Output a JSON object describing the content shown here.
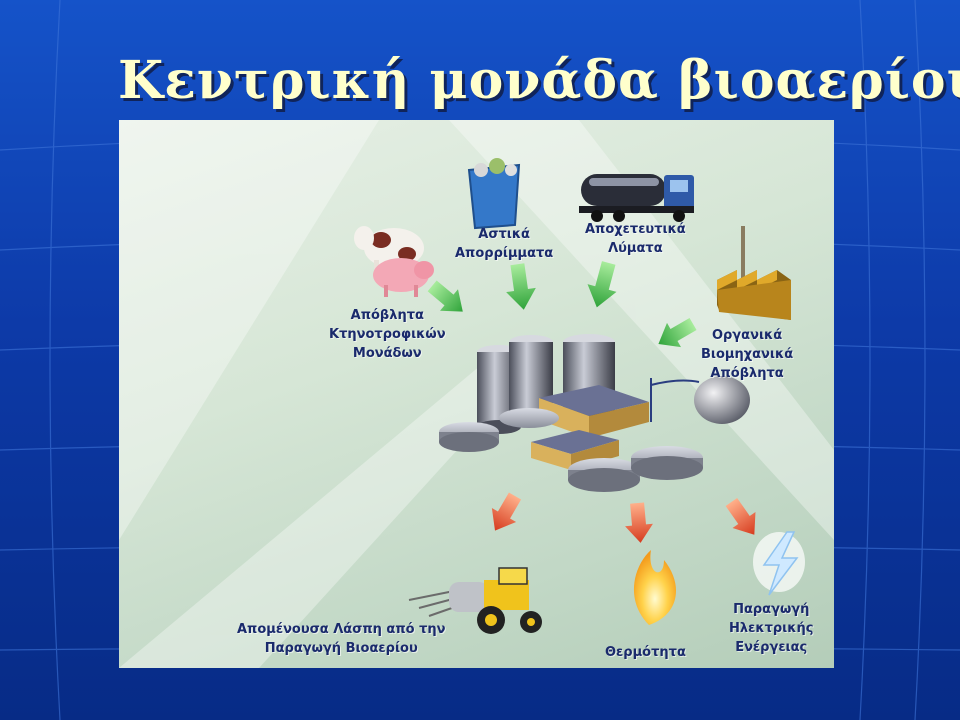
{
  "slide": {
    "title": "Κεντρική μονάδα βιοαερίου"
  },
  "inputs": {
    "livestock": [
      "Απόβλητα",
      "Κτηνοτροφικών",
      "Μονάδων"
    ],
    "municipal": [
      "Αστικά",
      "Απορρίμματα"
    ],
    "sewage": [
      "Αποχετευτικά",
      "Λύματα"
    ],
    "industrial": [
      "Οργανικά",
      "Βιομηχανικά",
      "Απόβλητα"
    ]
  },
  "outputs": {
    "digestate": [
      "Απομένουσα Λάσπη από την",
      "Παραγωγή Βιοαερίου"
    ],
    "heat": [
      "Θερμότητα"
    ],
    "electricity": [
      "Παραγωγή",
      "Ηλεκτρικής",
      "Ενέργειας"
    ]
  },
  "colors": {
    "input_arrow": "#4cc24a",
    "output_arrow": "#e8502a",
    "title": "#ffffcc",
    "background": "#1553c9"
  },
  "icons": {
    "livestock": "cow-pig-icon",
    "municipal": "trash-bin-icon",
    "sewage": "tanker-truck-icon",
    "industrial": "factory-icon",
    "plant": "biogas-plant-icon",
    "digestate": "tractor-spreader-icon",
    "heat": "flame-icon",
    "electricity": "lightning-icon"
  }
}
